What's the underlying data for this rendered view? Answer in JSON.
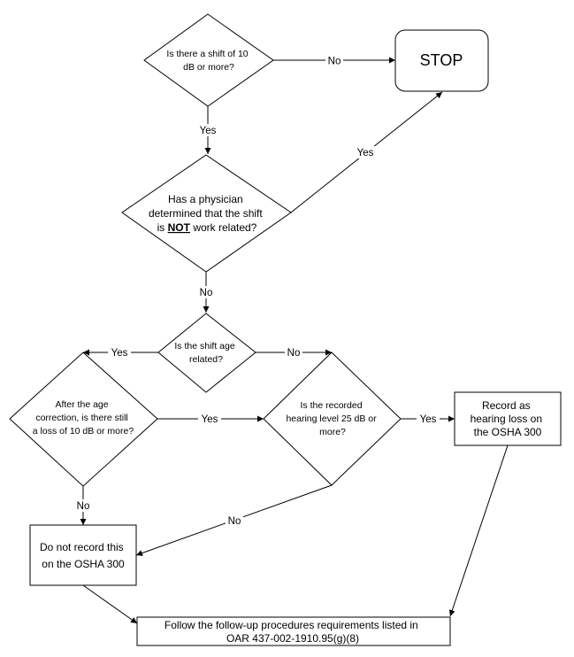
{
  "nodes": {
    "q_shift": {
      "lines": [
        "Is there a shift of 10",
        "dB or more?"
      ]
    },
    "stop": {
      "lines": [
        "STOP"
      ]
    },
    "q_physician": {
      "line1": "Has a physician",
      "line2": "determined that the shift",
      "line3_pre": "is ",
      "line3_emph": "NOT",
      "line3_post": " work related?"
    },
    "q_age": {
      "lines": [
        "Is the shift age",
        "related?"
      ]
    },
    "q_after_age": {
      "lines": [
        "After the age",
        "correction, is there still",
        "a loss of 10 dB or more?"
      ]
    },
    "q_recorded": {
      "lines": [
        "Is the recorded",
        "hearing level 25 dB or",
        "more?"
      ]
    },
    "record": {
      "lines": [
        "Record as",
        "hearing loss on",
        "the OSHA 300"
      ]
    },
    "do_not_record": {
      "lines": [
        "Do not record this",
        "on the OSHA 300"
      ]
    },
    "follow_up": {
      "lines": [
        "Follow the follow-up procedures requirements listed in",
        "OAR 437-002-1910.95(g)(8)"
      ]
    }
  },
  "edge_labels": {
    "shift_no": "No",
    "shift_yes": "Yes",
    "physician_yes": "Yes",
    "physician_no": "No",
    "age_yes": "Yes",
    "age_no": "No",
    "after_age_yes": "Yes",
    "after_age_no": "No",
    "recorded_yes": "Yes",
    "recorded_no": "No"
  }
}
